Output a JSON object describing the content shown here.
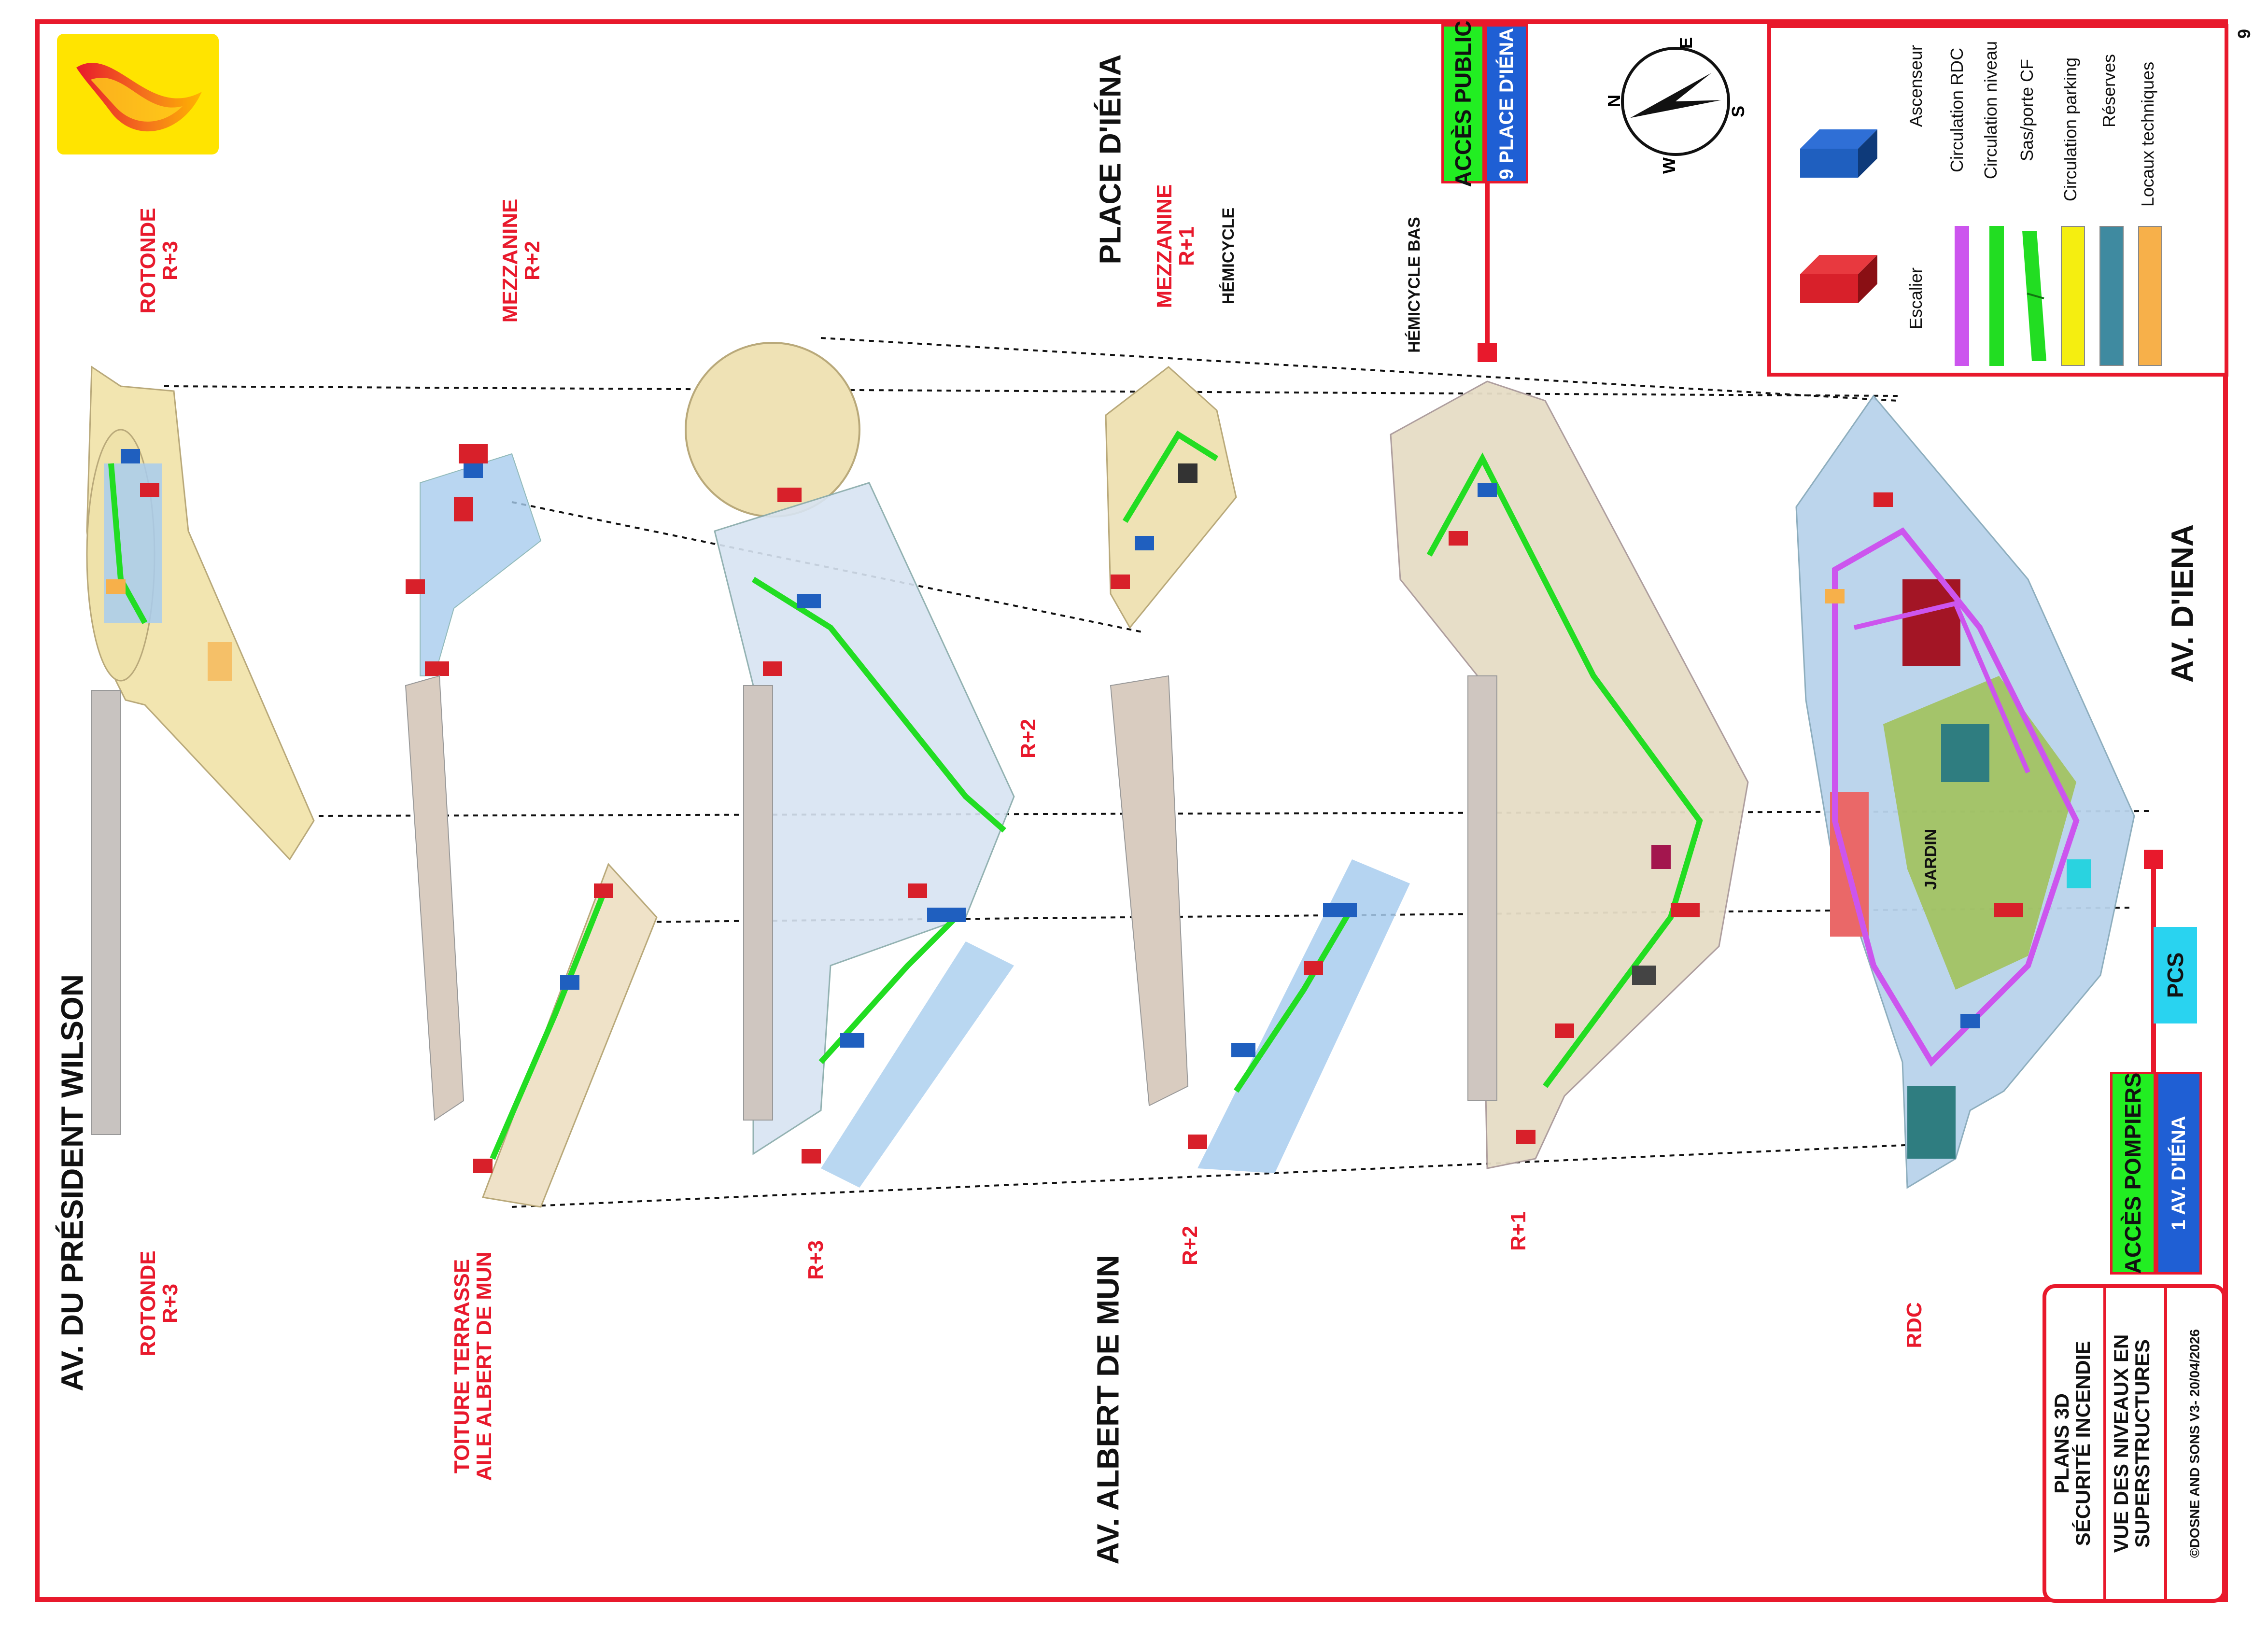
{
  "page_number": "9",
  "streets": {
    "wilson": "AV. DU PRÉSIDENT WILSON",
    "albert_de_mun": "AV. ALBERT DE MUN",
    "place_iena": "PLACE D'IÉNA",
    "av_iena": "AV. D'IENA"
  },
  "levels": {
    "rotonde_top": [
      "ROTONDE",
      "R+3"
    ],
    "mezzanine_r2": [
      "MEZZANINE",
      "R+2"
    ],
    "mezzanine_r1": [
      "MEZZANINE",
      "R+1"
    ],
    "hemicycle": "HÉMICYCLE",
    "hemicycle_bas": "HÉMICYCLE BAS",
    "r2_side": "R+2",
    "jardin": "JARDIN",
    "rotonde_bottom": [
      "ROTONDE",
      "R+3"
    ],
    "toiture": [
      "TOITURE TERRASSE",
      "AILE ALBERT DE MUN"
    ],
    "r3_bottom": "R+3",
    "r2_bottom": "R+2",
    "r1_bottom": "R+1",
    "rdc_bottom": "RDC"
  },
  "access_public": {
    "title": "ACCÈS PUBLIC",
    "address": "9 PLACE D'IÉNA"
  },
  "access_pompiers": {
    "title": "ACCÈS POMPIERS",
    "address": "1 AV. D'IÉNA"
  },
  "pcs": "PCS",
  "compass": {
    "n": "N",
    "e": "E",
    "s": "S",
    "w": "W"
  },
  "legend": {
    "items": [
      {
        "label": "Ascenseur",
        "color": "#1f5fbf"
      },
      {
        "label": "Escalier",
        "color": "#d8202a"
      },
      {
        "label": "Circulation RDC",
        "color": "#cc55ee"
      },
      {
        "label": "Circulation niveau",
        "color": "#22dd22"
      },
      {
        "label": "Sas/porte CF",
        "color": "#22dd22"
      },
      {
        "label": "Circulation parking",
        "color": "#f5ee10"
      },
      {
        "label": "Réserves",
        "color": "#3f8aa0"
      },
      {
        "label": "Locaux techniques",
        "color": "#f7b04a"
      }
    ]
  },
  "title_block": {
    "title": [
      "PLANS 3D",
      "SÉCURITÉ INCENDIE"
    ],
    "subtitle": [
      "VUE DES NIVEAUX EN",
      "SUPERSTRUCTURES"
    ],
    "copyright": "©DOSNE AND SONS V3- 20/04/2026"
  },
  "colors": {
    "frame": "#e8192c",
    "accent_green": "#22dd22",
    "accent_blue": "#1f5fbf"
  }
}
